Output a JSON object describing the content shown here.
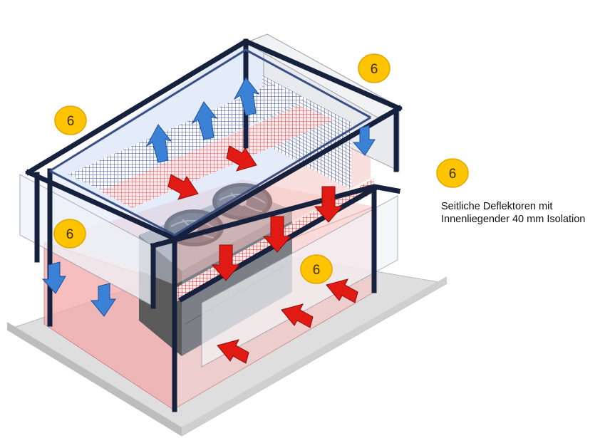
{
  "badges": [
    {
      "label": "6"
    },
    {
      "label": "6"
    },
    {
      "label": "6"
    },
    {
      "label": "6"
    },
    {
      "label": "6"
    }
  ],
  "caption": {
    "line1": "Seitliche Deflektoren mit",
    "line2": "Innenliegender 40 mm Isolation"
  },
  "colors": {
    "frame": "#16213d",
    "warm_air": "#e11b14",
    "cool_air": "#3b82d6",
    "badge": "#ffc400",
    "enclosure_tint": "#f7b7b7",
    "glass_tint": "#c9d7f3",
    "floor": "#dcdcdc"
  }
}
